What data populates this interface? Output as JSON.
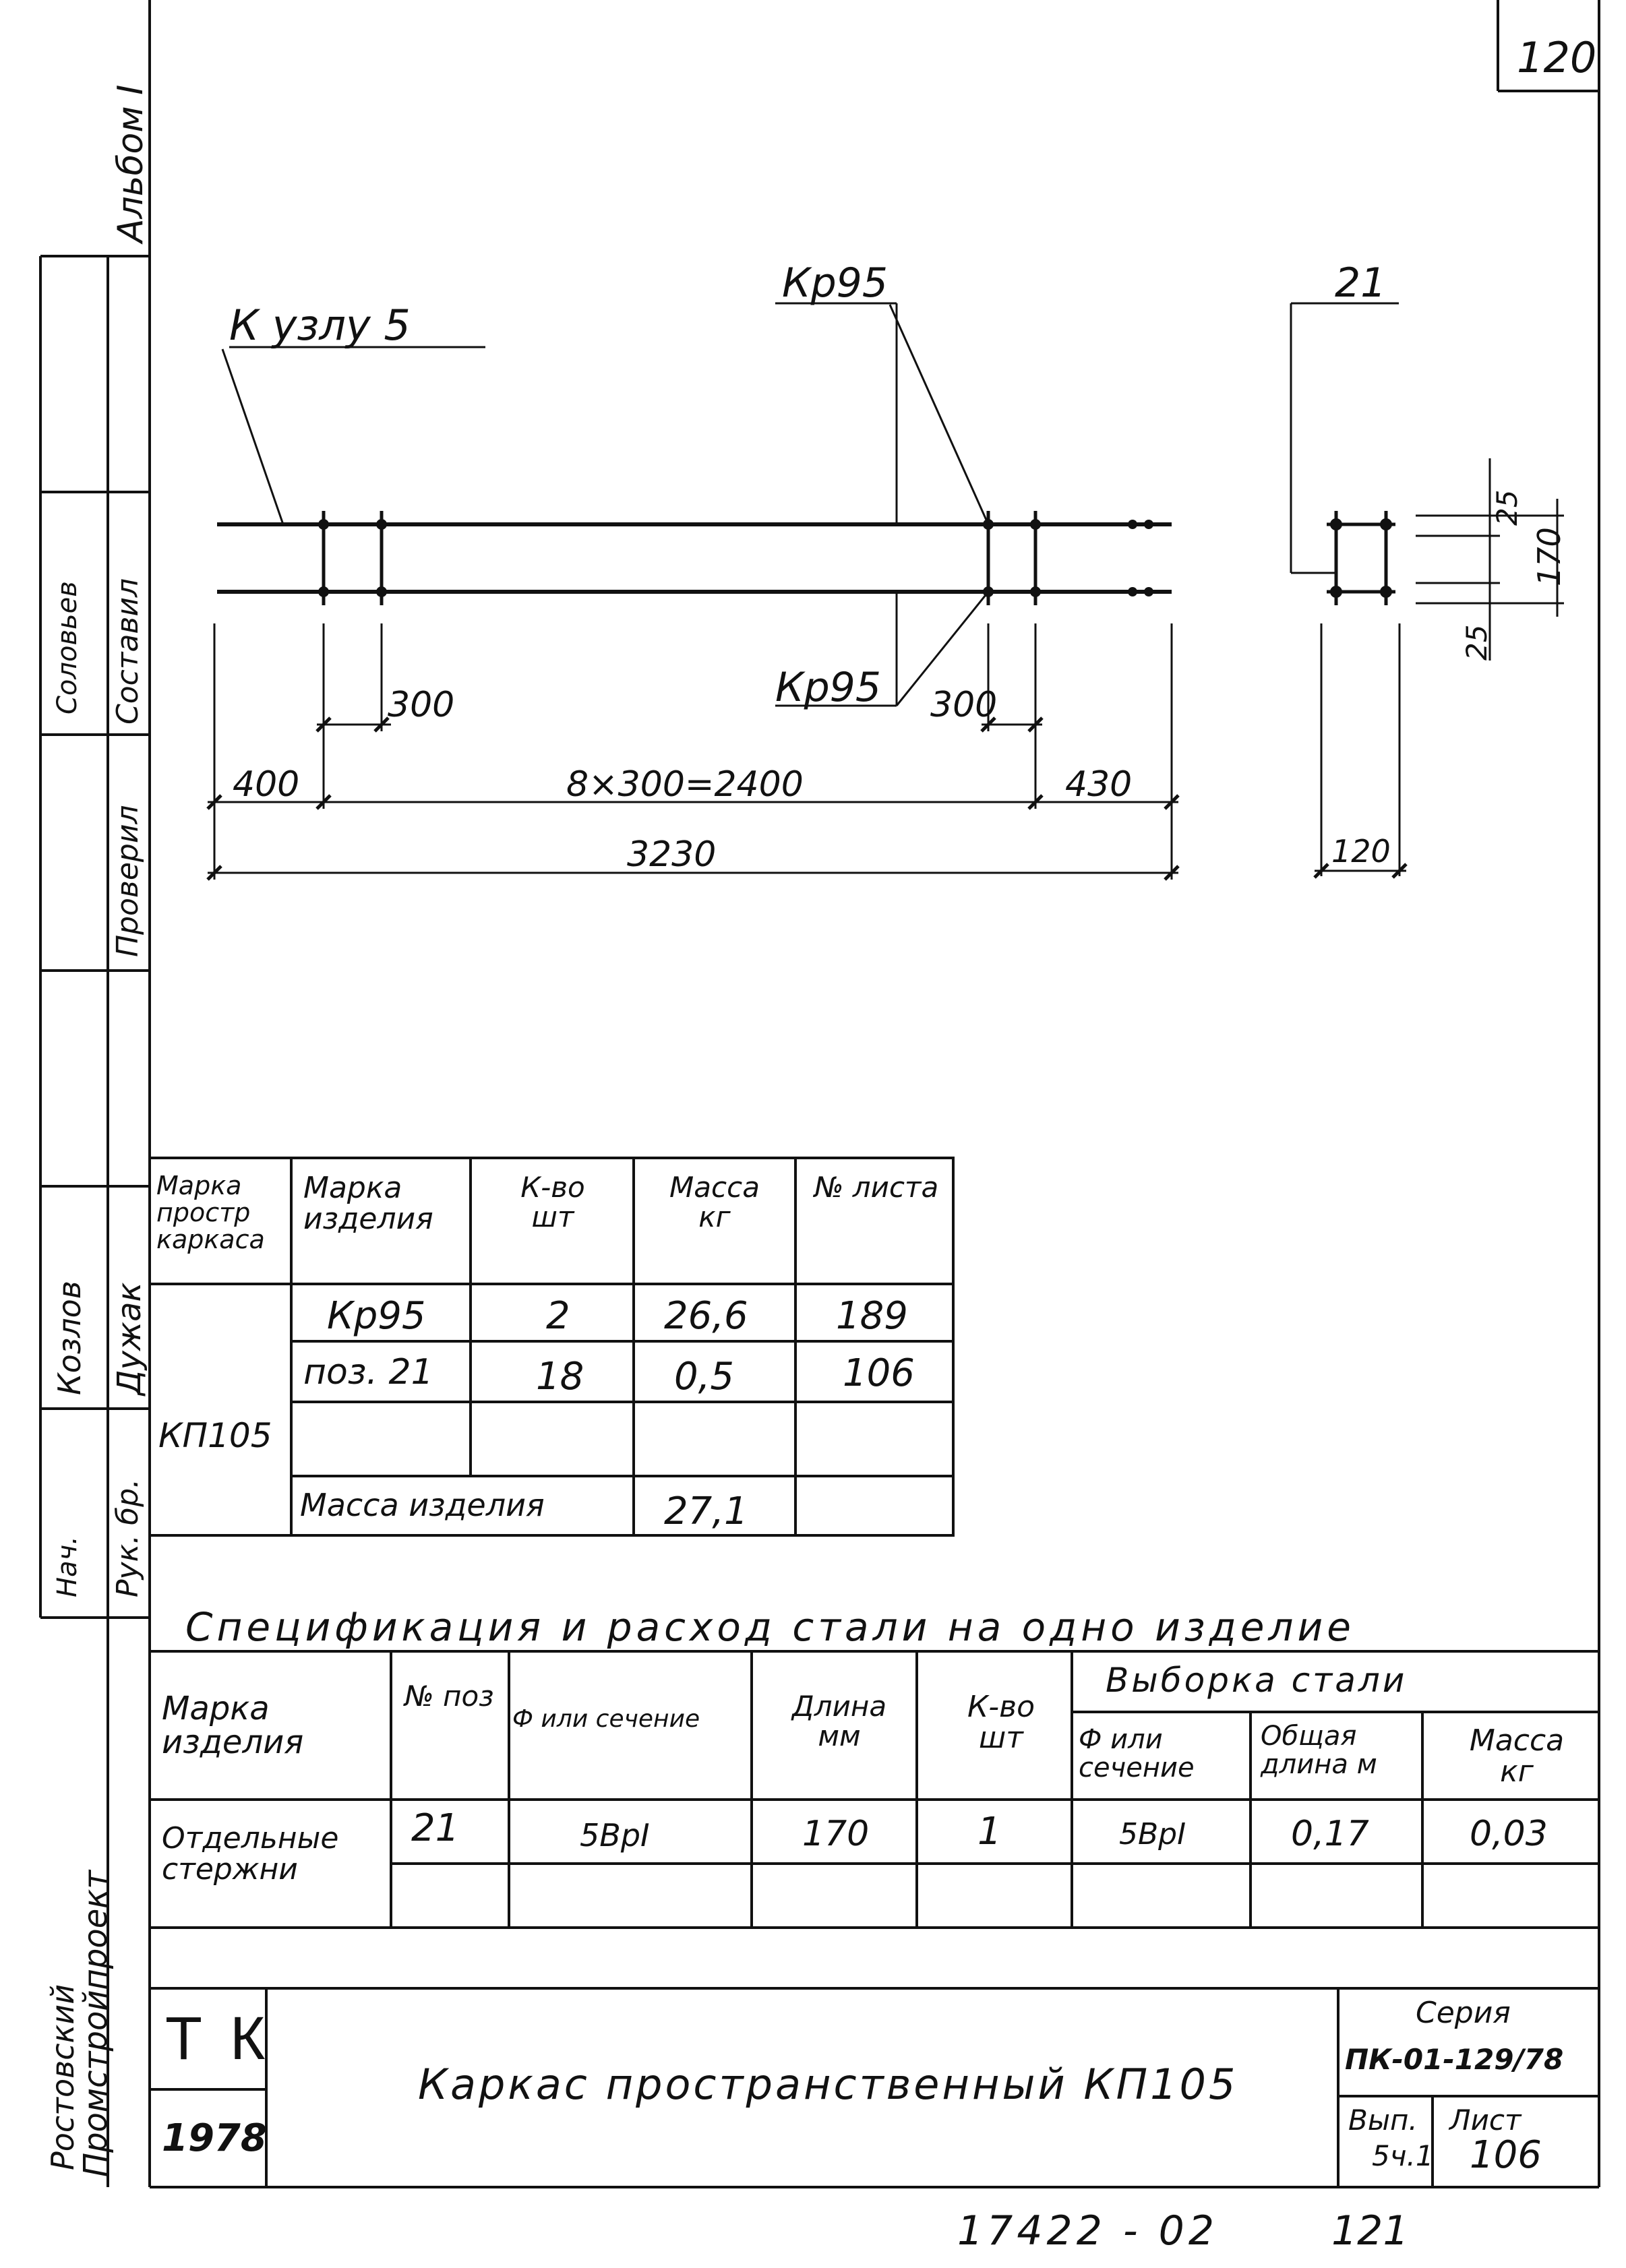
{
  "page_number": "120",
  "album_label": "Альбом I",
  "drawing": {
    "callout_node": "К узлу 5",
    "callout_kr95_top": "Кр95",
    "callout_kr95_bottom": "Кр95",
    "pos21_label": "21",
    "dims": {
      "d300_left": "300",
      "d300_right": "300",
      "d400": "400",
      "d_span": "8×300=2400",
      "d430": "430",
      "d_total": "3230",
      "d25_top": "25",
      "d170": "170",
      "d25_bottom": "25",
      "d120": "120"
    }
  },
  "side_stamp": {
    "org_line1": "Ростовский",
    "org_line2": "Промстройпроект",
    "roles": [
      "Рук. бр.",
      "Нач.",
      "Проверил",
      "Составил"
    ],
    "names": [
      "Дужак",
      "Козлов",
      "Соловьев"
    ]
  },
  "composition_table": {
    "headers": [
      "Марка простр каркаса",
      "Марка изделия",
      "К-во шт",
      "Масса кг",
      "№ листа"
    ],
    "frame_mark": "КП105",
    "rows": [
      {
        "item": "Кр95",
        "qty": "2",
        "mass": "26,6",
        "sheet": "189"
      },
      {
        "item": "поз. 21",
        "qty": "18",
        "mass": "0,5",
        "sheet": "106"
      }
    ],
    "total_label": "Масса изделия",
    "total_mass": "27,1"
  },
  "spec_title": "Спецификация и расход стали на одно изделие",
  "spec_table": {
    "headers": [
      "Марка изделия",
      "№ поз",
      "Ф или сечение",
      "Длина мм",
      "К-во шт"
    ],
    "group_header": "Выборка стали",
    "sub_headers": [
      "Ф или сечение",
      "Общая длина м",
      "Масса кг"
    ],
    "row": {
      "item": "Отдельные стержни",
      "pos": "21",
      "section": "5ВрI",
      "length": "170",
      "qty": "1",
      "sel_section": "5ВрI",
      "total_len": "0,17",
      "mass": "0,03"
    }
  },
  "title_block": {
    "tk": "Т К",
    "year": "1978",
    "title": "Каркас пространственный КП105",
    "series_label": "Серия",
    "series_value": "ПК-01-129/78",
    "issue_label": "Вып.",
    "issue_value": "5ч.1",
    "sheet_label": "Лист",
    "sheet_value": "106"
  },
  "bottom_code": "17422 - 02",
  "bottom_num": "121"
}
